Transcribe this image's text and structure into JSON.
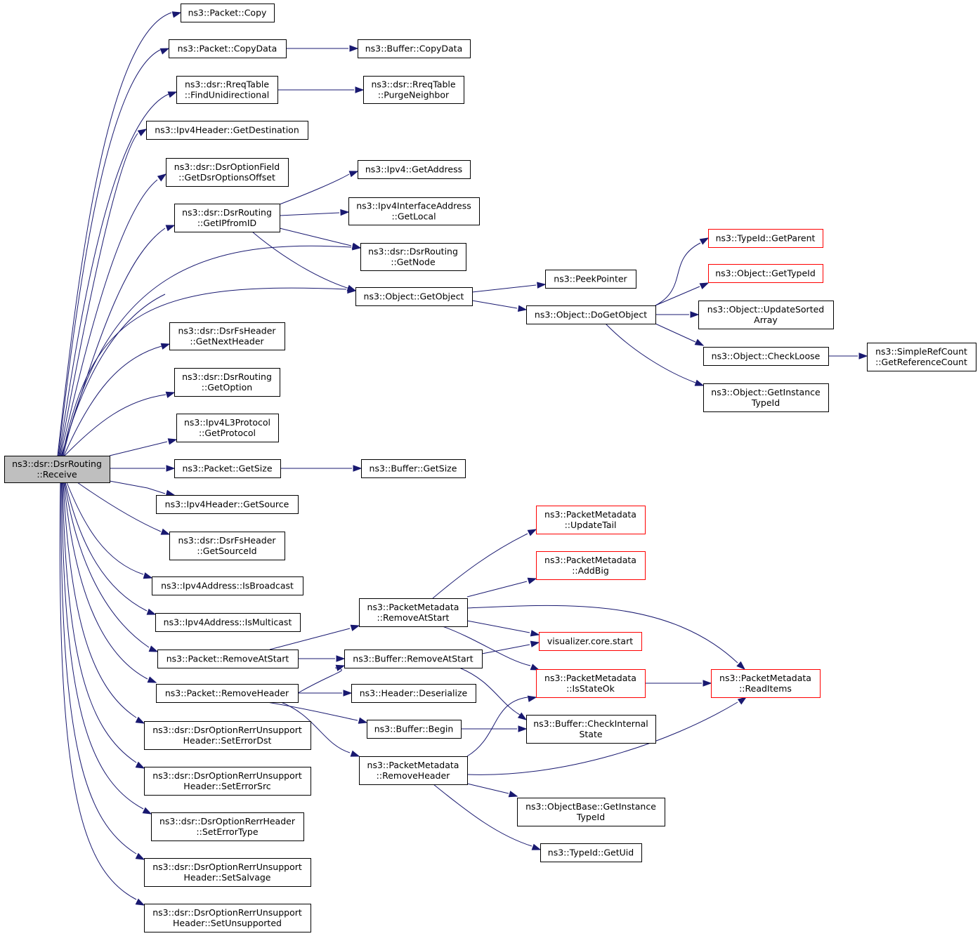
{
  "colors": {
    "edge": "#191970",
    "node_border": "#000000",
    "node_fill": "#ffffff",
    "root_fill": "#bfbfbf",
    "incomplete_border": "#ff0000"
  },
  "nodes": [
    {
      "id": "receive",
      "lines": [
        "ns3::dsr::DsrRouting",
        "::Receive"
      ],
      "style": "root"
    },
    {
      "id": "packet_copy",
      "lines": [
        "ns3::Packet::Copy"
      ]
    },
    {
      "id": "packet_copydata",
      "lines": [
        "ns3::Packet::CopyData"
      ]
    },
    {
      "id": "buffer_copydata",
      "lines": [
        "ns3::Buffer::CopyData"
      ]
    },
    {
      "id": "rreq_findunidir",
      "lines": [
        "ns3::dsr::RreqTable",
        "::FindUnidirectional"
      ]
    },
    {
      "id": "rreq_purgeneighbor",
      "lines": [
        "ns3::dsr::RreqTable",
        "::PurgeNeighbor"
      ]
    },
    {
      "id": "ipv4header_getdest",
      "lines": [
        "ns3::Ipv4Header::GetDestination"
      ]
    },
    {
      "id": "optionfield_getoffset",
      "lines": [
        "ns3::dsr::DsrOptionField",
        "::GetDsrOptionsOffset"
      ]
    },
    {
      "id": "ipv4_getaddress",
      "lines": [
        "ns3::Ipv4::GetAddress"
      ]
    },
    {
      "id": "routing_getipfromid",
      "lines": [
        "ns3::dsr::DsrRouting",
        "::GetIPfromID"
      ]
    },
    {
      "id": "ifaddr_getlocal",
      "lines": [
        "ns3::Ipv4InterfaceAddress",
        "::GetLocal"
      ]
    },
    {
      "id": "routing_getnode",
      "lines": [
        "ns3::dsr::DsrRouting",
        "::GetNode"
      ]
    },
    {
      "id": "typeid_getparent",
      "lines": [
        "ns3::TypeId::GetParent"
      ],
      "style": "incomplete"
    },
    {
      "id": "object_gettypeid",
      "lines": [
        "ns3::Object::GetTypeId"
      ],
      "style": "incomplete"
    },
    {
      "id": "peekpointer",
      "lines": [
        "ns3::PeekPointer"
      ]
    },
    {
      "id": "object_getobject",
      "lines": [
        "ns3::Object::GetObject"
      ]
    },
    {
      "id": "object_dogetobject",
      "lines": [
        "ns3::Object::DoGetObject"
      ]
    },
    {
      "id": "object_updatesorted",
      "lines": [
        "ns3::Object::UpdateSorted",
        "Array"
      ]
    },
    {
      "id": "fsheader_getnext",
      "lines": [
        "ns3::dsr::DsrFsHeader",
        "::GetNextHeader"
      ]
    },
    {
      "id": "object_checkloose",
      "lines": [
        "ns3::Object::CheckLoose"
      ]
    },
    {
      "id": "simplerefcount_getref",
      "lines": [
        "ns3::SimpleRefCount",
        "::GetReferenceCount"
      ]
    },
    {
      "id": "routing_getoption",
      "lines": [
        "ns3::dsr::DsrRouting",
        "::GetOption"
      ]
    },
    {
      "id": "object_getinstancetypeid",
      "lines": [
        "ns3::Object::GetInstance",
        "TypeId"
      ]
    },
    {
      "id": "l3_getprotocol",
      "lines": [
        "ns3::Ipv4L3Protocol",
        "::GetProtocol"
      ]
    },
    {
      "id": "packet_getsize",
      "lines": [
        "ns3::Packet::GetSize"
      ]
    },
    {
      "id": "buffer_getsize",
      "lines": [
        "ns3::Buffer::GetSize"
      ]
    },
    {
      "id": "ipv4header_getsource",
      "lines": [
        "ns3::Ipv4Header::GetSource"
      ]
    },
    {
      "id": "fsheader_getsourceid",
      "lines": [
        "ns3::dsr::DsrFsHeader",
        "::GetSourceId"
      ]
    },
    {
      "id": "pm_updatetail",
      "lines": [
        "ns3::PacketMetadata",
        "::UpdateTail"
      ],
      "style": "incomplete"
    },
    {
      "id": "pm_addbig",
      "lines": [
        "ns3::PacketMetadata",
        "::AddBig"
      ],
      "style": "incomplete"
    },
    {
      "id": "ipv4addr_isbroadcast",
      "lines": [
        "ns3::Ipv4Address::IsBroadcast"
      ]
    },
    {
      "id": "pm_removeatstart",
      "lines": [
        "ns3::PacketMetadata",
        "::RemoveAtStart"
      ]
    },
    {
      "id": "ipv4addr_ismulticast",
      "lines": [
        "ns3::Ipv4Address::IsMulticast"
      ]
    },
    {
      "id": "visualizer_start",
      "lines": [
        "visualizer.core.start"
      ],
      "style": "incomplete"
    },
    {
      "id": "packet_removeatstart",
      "lines": [
        "ns3::Packet::RemoveAtStart"
      ]
    },
    {
      "id": "buffer_removeatstart",
      "lines": [
        "ns3::Buffer::RemoveAtStart"
      ]
    },
    {
      "id": "pm_isstateok",
      "lines": [
        "ns3::PacketMetadata",
        "::IsStateOk"
      ],
      "style": "incomplete"
    },
    {
      "id": "pm_readitems",
      "lines": [
        "ns3::PacketMetadata",
        "::ReadItems"
      ],
      "style": "incomplete"
    },
    {
      "id": "packet_removeheader",
      "lines": [
        "ns3::Packet::RemoveHeader"
      ]
    },
    {
      "id": "header_deserialize",
      "lines": [
        "ns3::Header::Deserialize"
      ]
    },
    {
      "id": "buffer_begin",
      "lines": [
        "ns3::Buffer::Begin"
      ]
    },
    {
      "id": "buffer_checkinternal",
      "lines": [
        "ns3::Buffer::CheckInternal",
        "State"
      ]
    },
    {
      "id": "rerrunsupport_seterrordst",
      "lines": [
        "ns3::dsr::DsrOptionRerrUnsupport",
        "Header::SetErrorDst"
      ]
    },
    {
      "id": "pm_removeheader",
      "lines": [
        "ns3::PacketMetadata",
        "::RemoveHeader"
      ]
    },
    {
      "id": "rerrunsupport_seterrorsrc",
      "lines": [
        "ns3::dsr::DsrOptionRerrUnsupport",
        "Header::SetErrorSrc"
      ]
    },
    {
      "id": "objectbase_getinstancetypeid",
      "lines": [
        "ns3::ObjectBase::GetInstance",
        "TypeId"
      ]
    },
    {
      "id": "rerrheader_seterrortype",
      "lines": [
        "ns3::dsr::DsrOptionRerrHeader",
        "::SetErrorType"
      ]
    },
    {
      "id": "typeid_getuid",
      "lines": [
        "ns3::TypeId::GetUid"
      ]
    },
    {
      "id": "rerrunsupport_setsalvage",
      "lines": [
        "ns3::dsr::DsrOptionRerrUnsupport",
        "Header::SetSalvage"
      ]
    },
    {
      "id": "rerrunsupport_setunsupported",
      "lines": [
        "ns3::dsr::DsrOptionRerrUnsupport",
        "Header::SetUnsupported"
      ]
    }
  ]
}
